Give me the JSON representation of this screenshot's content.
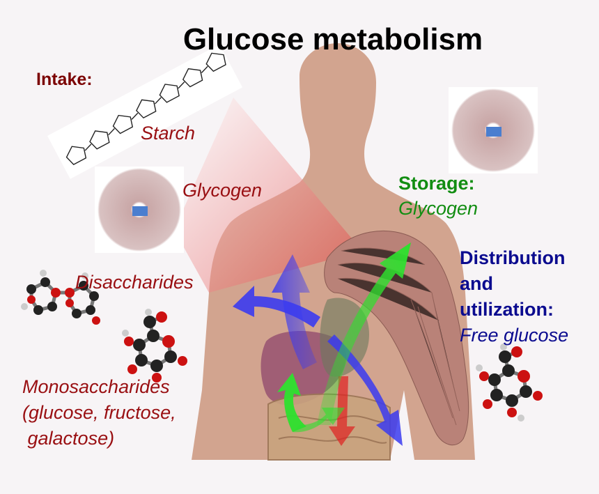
{
  "title": "Glucose metabolism",
  "intake": {
    "heading": "Intake:",
    "items": [
      "Starch",
      "Glycogen",
      "Disaccharides"
    ],
    "mono_lines": [
      "Monosaccharides",
      "(glucose, fructose,",
      " galactose)"
    ]
  },
  "storage": {
    "heading": "Storage:",
    "item": "Glycogen"
  },
  "distribution": {
    "heading_lines": [
      "Distribution",
      "and",
      "utilization:"
    ],
    "item": "Free glucose"
  },
  "colors": {
    "title": "#000000",
    "intake": "#7b0000",
    "intake_items": "#990f12",
    "storage": "#128d12",
    "distribution": "#0b0b8f",
    "body_silhouette": "#d2a48f",
    "arrow_green": "#2ee02e",
    "arrow_blue": "#3b3bf0",
    "arrow_red": "#e02020"
  },
  "icons": [
    "starch-chain-icon",
    "glycogen-molecule-icon",
    "disaccharide-molecule-icon",
    "glucose-molecule-icon",
    "muscle-arm-icon",
    "liver-icon",
    "intestines-icon"
  ]
}
